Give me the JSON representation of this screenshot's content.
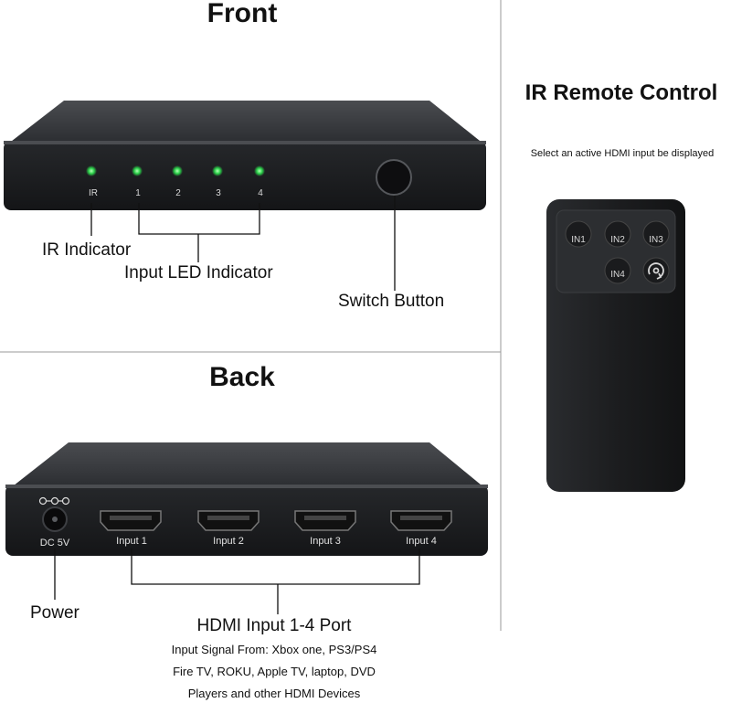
{
  "front": {
    "title": "Front",
    "led_labels": [
      "IR",
      "1",
      "2",
      "3",
      "4"
    ],
    "ir_indicator_label": "IR Indicator",
    "input_led_label": "Input LED Indicator",
    "switch_button_label": "Switch Button"
  },
  "back": {
    "title": "Back",
    "power_port_label": "DC 5V",
    "port_labels": [
      "Input 1",
      "Input 2",
      "Input 3",
      "Input 4"
    ],
    "power_label": "Power",
    "hdmi_title": "HDMI Input 1-4 Port",
    "hdmi_desc_lines": [
      "Input Signal From: Xbox one, PS3/PS4",
      "Fire TV, ROKU, Apple TV, laptop, DVD",
      "Players and other HDMI Devices"
    ]
  },
  "remote": {
    "title": "IR Remote Control",
    "subtitle": "Select an active HDMI input be displayed",
    "buttons": [
      "IN1",
      "IN2",
      "IN3",
      "IN4"
    ]
  },
  "colors": {
    "led_green": "#2bd24a",
    "device_body": "#1f2124",
    "device_top": "#3b3d41"
  }
}
